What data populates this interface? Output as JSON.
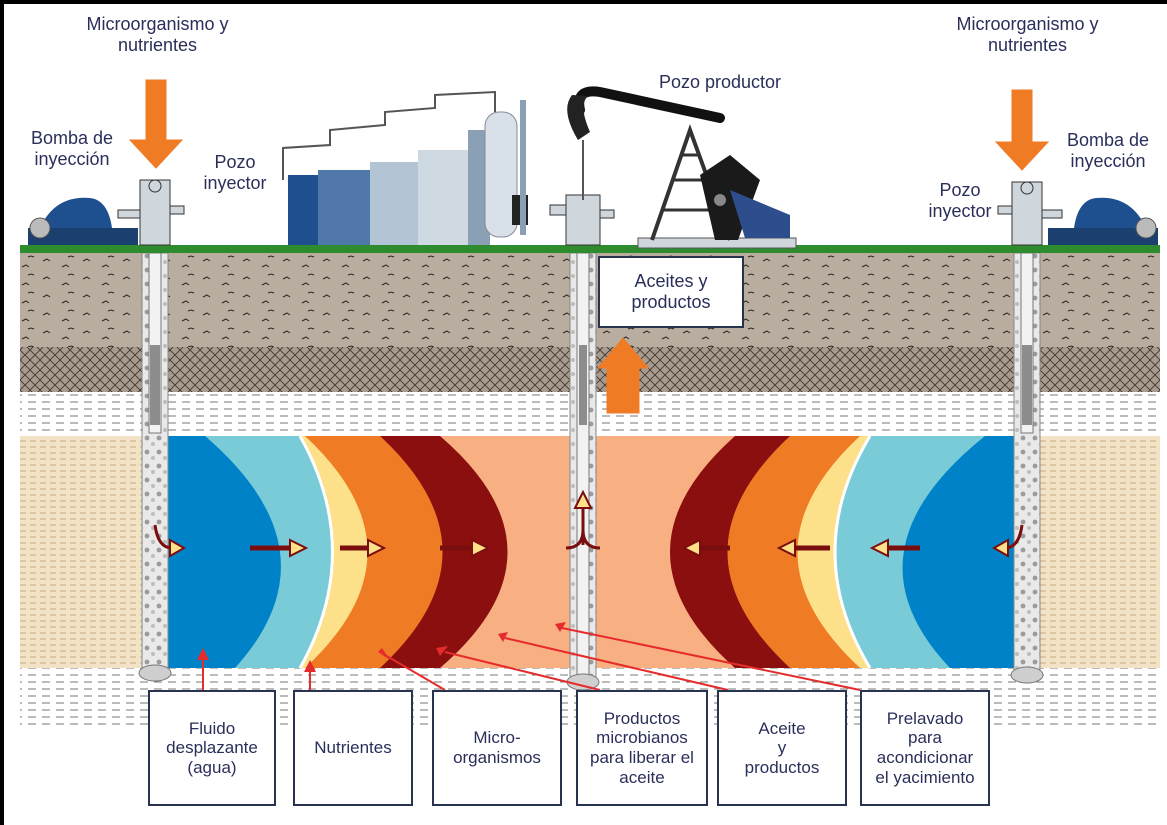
{
  "labels": {
    "micro_left": "Microorganismo y\nnutrientes",
    "micro_right": "Microorganismo y\nnutrientes",
    "bomba_left": "Bomba de\ninyección",
    "bomba_right": "Bomba de\ninyección",
    "pozo_iny_left": "Pozo\ninyector",
    "pozo_iny_right": "Pozo\ninyector",
    "pozo_productor": "Pozo productor",
    "aceites_productos": "Aceites y\nproductos"
  },
  "boxes": [
    {
      "id": "fluido",
      "text": "Fluido\ndesplazante\n(agua)"
    },
    {
      "id": "nutrientes",
      "text": "Nutrientes"
    },
    {
      "id": "microorg",
      "text": "Micro-\norganismos"
    },
    {
      "id": "productos",
      "text": "Productos\nmicrobianos\npara liberar el\naceite"
    },
    {
      "id": "aceite",
      "text": "Aceite\ny\nproductos"
    },
    {
      "id": "prelavado",
      "text": "Prelavado\npara\nacondicionar\nel yacimiento"
    }
  ],
  "colors": {
    "water": "#0082c8",
    "nutrients": "#79cbd8",
    "microorganisms": "#fde08a",
    "microbial_products": "#f07b25",
    "oil": "#8b0f0f",
    "preflush": "#f8b082",
    "arrow": "#f07b25",
    "label_text": "#2a2f5a"
  }
}
